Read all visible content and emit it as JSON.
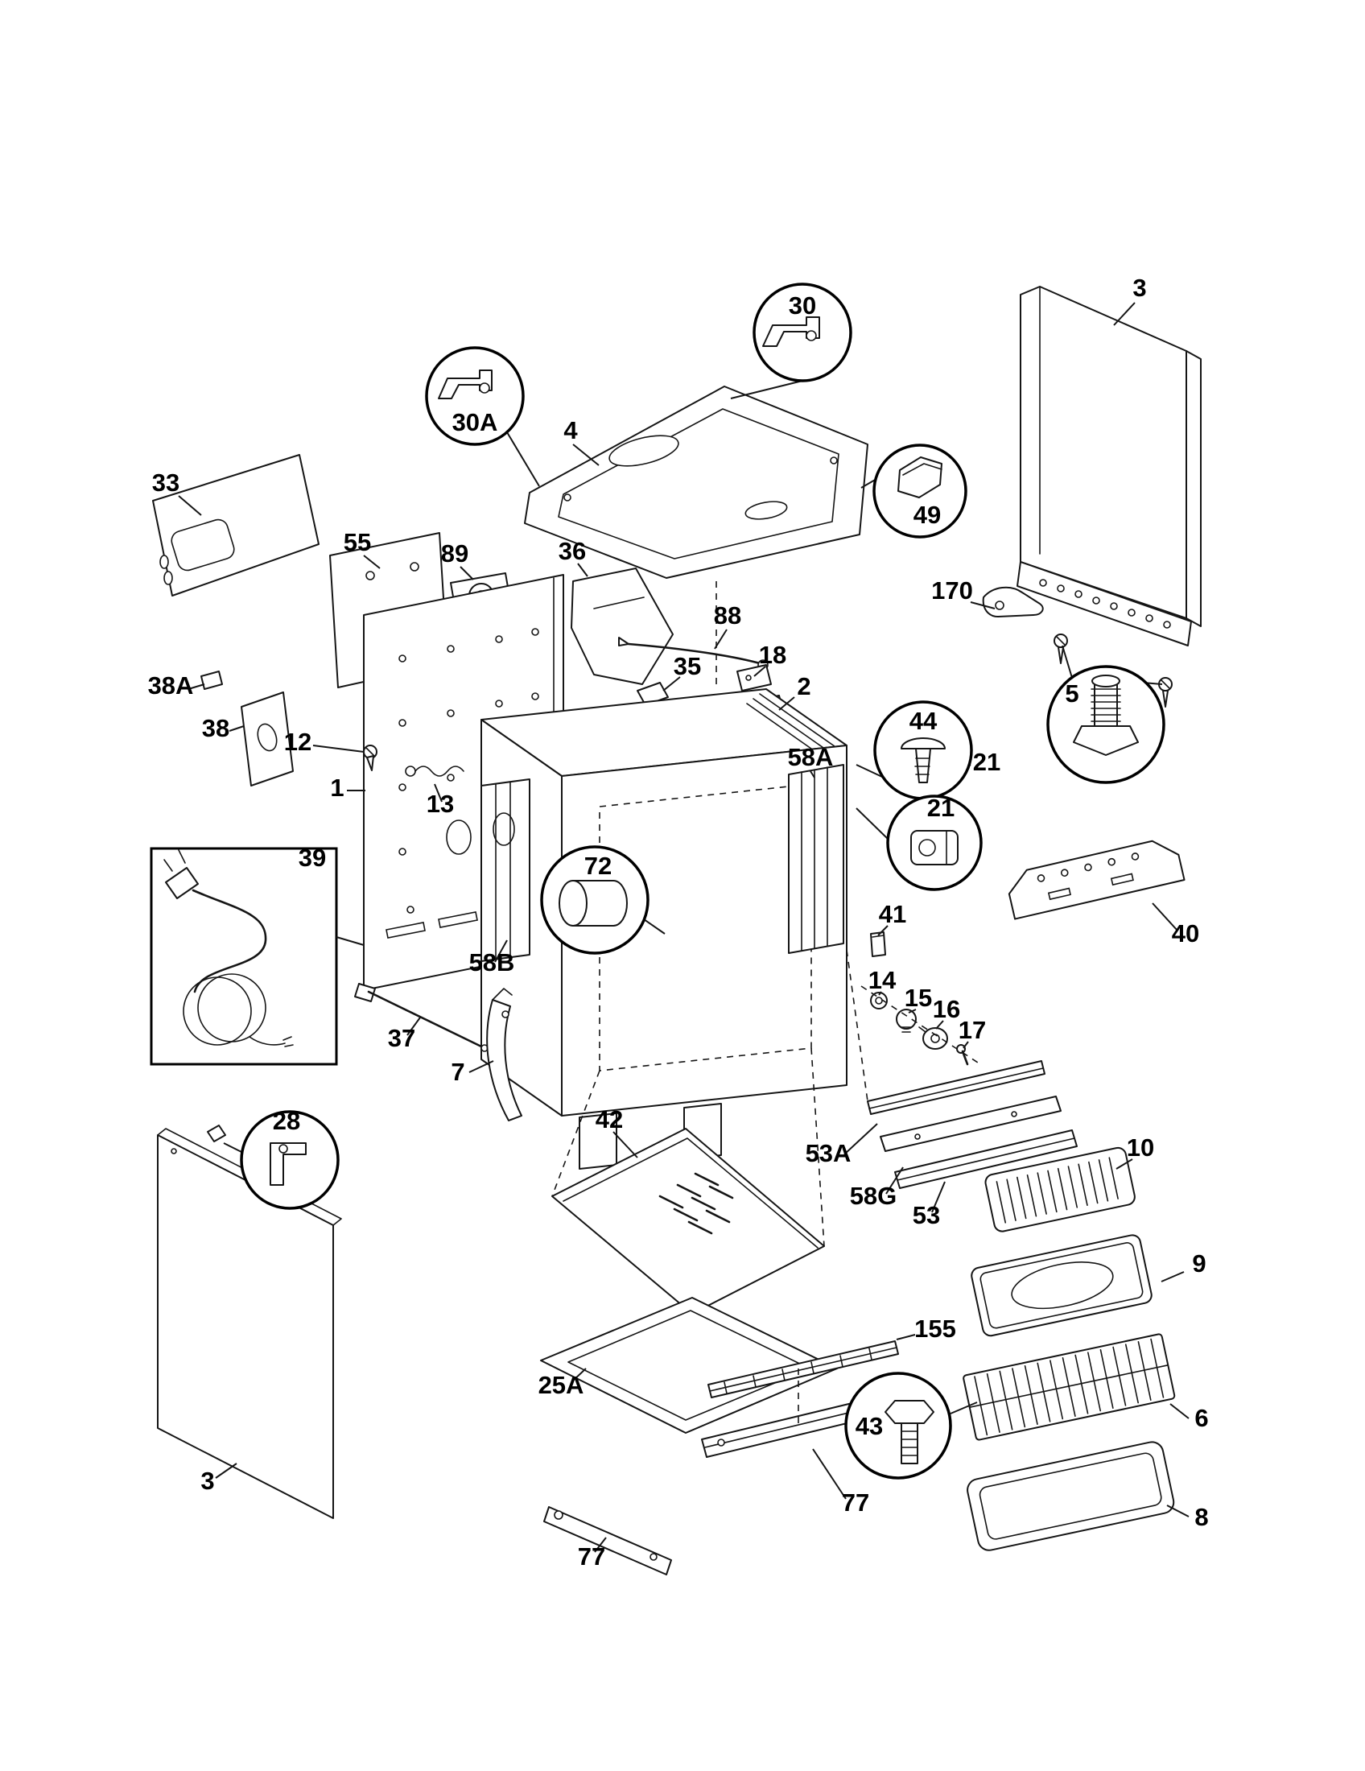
{
  "labels": [
    {
      "text": "30"
    },
    {
      "text": "3"
    },
    {
      "text": "30A"
    },
    {
      "text": "4"
    },
    {
      "text": "49"
    },
    {
      "text": "33"
    },
    {
      "text": "55"
    },
    {
      "text": "89"
    },
    {
      "text": "36"
    },
    {
      "text": "88"
    },
    {
      "text": "18"
    },
    {
      "text": "2"
    },
    {
      "text": "35"
    },
    {
      "text": "170"
    },
    {
      "text": "5"
    },
    {
      "text": "38A"
    },
    {
      "text": "38"
    },
    {
      "text": "12"
    },
    {
      "text": "1"
    },
    {
      "text": "13"
    },
    {
      "text": "58A"
    },
    {
      "text": "44"
    },
    {
      "text": "21"
    },
    {
      "text": "21"
    },
    {
      "text": "40"
    },
    {
      "text": "39"
    },
    {
      "text": "72"
    },
    {
      "text": "41"
    },
    {
      "text": "58B"
    },
    {
      "text": "14"
    },
    {
      "text": "15"
    },
    {
      "text": "16"
    },
    {
      "text": "17"
    },
    {
      "text": "37"
    },
    {
      "text": "7"
    },
    {
      "text": "28"
    },
    {
      "text": "42"
    },
    {
      "text": "53A"
    },
    {
      "text": "58G"
    },
    {
      "text": "53"
    },
    {
      "text": "10"
    },
    {
      "text": "9"
    },
    {
      "text": "25A"
    },
    {
      "text": "155"
    },
    {
      "text": "43"
    },
    {
      "text": "6"
    },
    {
      "text": "77"
    },
    {
      "text": "8"
    },
    {
      "text": "77"
    },
    {
      "text": "3"
    }
  ]
}
